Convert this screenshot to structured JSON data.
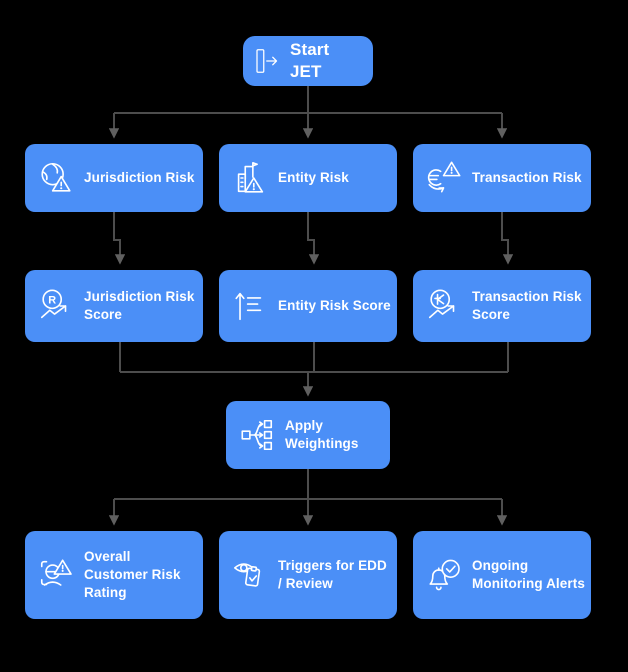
{
  "diagram": {
    "type": "flowchart",
    "colors": {
      "background": "#000000",
      "node_fill": "#4b8ff7",
      "node_text": "#ffffff",
      "connector": "#4d4d4d",
      "arrowhead": "#606060"
    },
    "nodes": {
      "start": {
        "label": "Start JET",
        "icon": "start-arrow-icon"
      },
      "jurisdiction_risk": {
        "label": "Jurisdiction Risk",
        "icon": "globe-warning-icon"
      },
      "entity_risk": {
        "label": "Entity Risk",
        "icon": "building-warning-icon"
      },
      "transaction_risk": {
        "label": "Transaction Risk",
        "icon": "currency-cycle-warning-icon"
      },
      "jurisdiction_risk_score": {
        "label": "Jurisdiction Risk Score",
        "icon": "rating-circle-trend-icon"
      },
      "entity_risk_score": {
        "label": "Entity Risk Score",
        "icon": "ascending-list-icon"
      },
      "transaction_risk_score": {
        "label": "Transaction Risk Score",
        "icon": "currency-circle-trend-icon"
      },
      "apply_weightings": {
        "label": "Apply Weightings",
        "icon": "distribution-icon"
      },
      "overall_customer_risk_rating": {
        "label": "Overall Customer Risk Rating",
        "icon": "customer-scan-warning-icon"
      },
      "triggers_edd_review": {
        "label": "Triggers for EDD / Review",
        "icon": "eye-checklist-icon"
      },
      "ongoing_monitoring_alerts": {
        "label": "Ongoing Monitoring Alerts",
        "icon": "bell-check-icon"
      }
    },
    "edges": [
      {
        "from": "start",
        "to": "jurisdiction_risk"
      },
      {
        "from": "start",
        "to": "entity_risk"
      },
      {
        "from": "start",
        "to": "transaction_risk"
      },
      {
        "from": "jurisdiction_risk",
        "to": "jurisdiction_risk_score"
      },
      {
        "from": "entity_risk",
        "to": "entity_risk_score"
      },
      {
        "from": "transaction_risk",
        "to": "transaction_risk_score"
      },
      {
        "from": "jurisdiction_risk_score",
        "to": "apply_weightings"
      },
      {
        "from": "entity_risk_score",
        "to": "apply_weightings"
      },
      {
        "from": "transaction_risk_score",
        "to": "apply_weightings"
      },
      {
        "from": "apply_weightings",
        "to": "overall_customer_risk_rating"
      },
      {
        "from": "apply_weightings",
        "to": "triggers_edd_review"
      },
      {
        "from": "apply_weightings",
        "to": "ongoing_monitoring_alerts"
      }
    ]
  }
}
